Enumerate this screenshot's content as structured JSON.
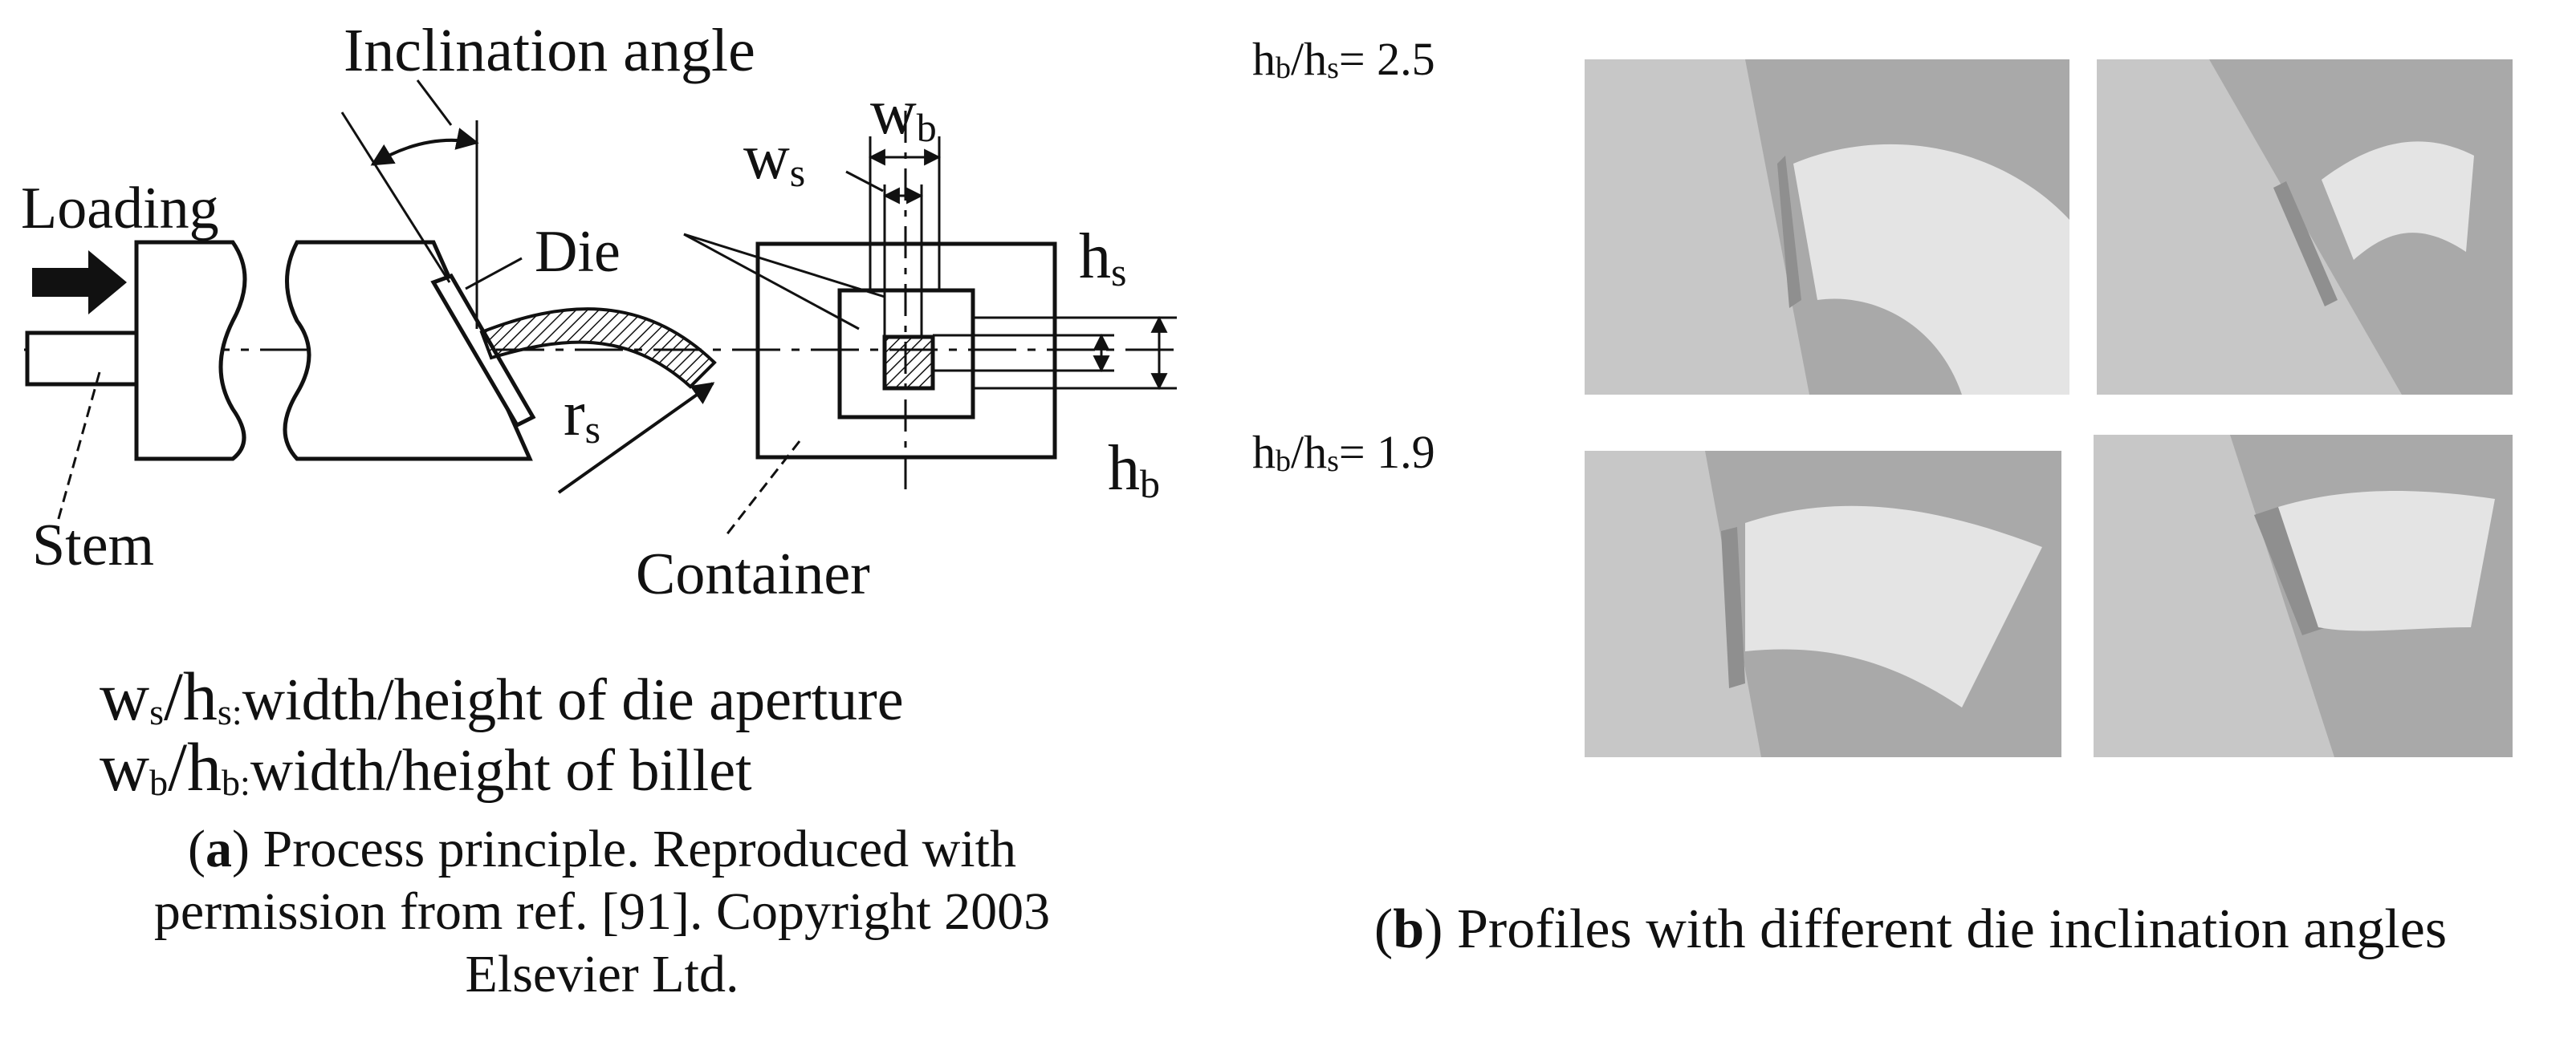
{
  "panel_a": {
    "labels": {
      "inclination_angle": "Inclination angle",
      "loading": "Loading",
      "die": "Die",
      "stem": "Stem",
      "container": "Container",
      "r": "r",
      "r_sub": "s",
      "w": "w",
      "ws_sub": "s",
      "wb_sub": "b",
      "h": "h",
      "hs_sub": "s",
      "hb_sub": "b"
    },
    "legend": [
      {
        "sym": "w",
        "sub": "s",
        "sep": "/",
        "sym2": "h",
        "sub2": "s:",
        "text": "width/height of die aperture"
      },
      {
        "sym": "w",
        "sub": "b",
        "sep": "/",
        "sym2": "h",
        "sub2": "b:",
        "text": "width/height of billet"
      }
    ],
    "caption": {
      "letter": "a",
      "line1_rest": ") Process principle. Reproduced with",
      "line2": "permission from ref. [91]. Copyright 2003",
      "line3": "Elsevier Ltd."
    }
  },
  "panel_b": {
    "ratios": [
      {
        "num": "h",
        "num_sub": "b",
        "den": "h",
        "den_sub": "s",
        "value": "= 2.5"
      },
      {
        "num": "h",
        "num_sub": "b",
        "den": "h",
        "den_sub": "s",
        "value": "= 1.9"
      }
    ],
    "caption": {
      "letter": "b",
      "rest": ") Profiles with different die inclination angles"
    }
  },
  "colors": {
    "line": "#111111",
    "photo_bg": "#a9a9a9",
    "photo_die": "#c4c4c4",
    "photo_profile": "#e6e6e6"
  }
}
